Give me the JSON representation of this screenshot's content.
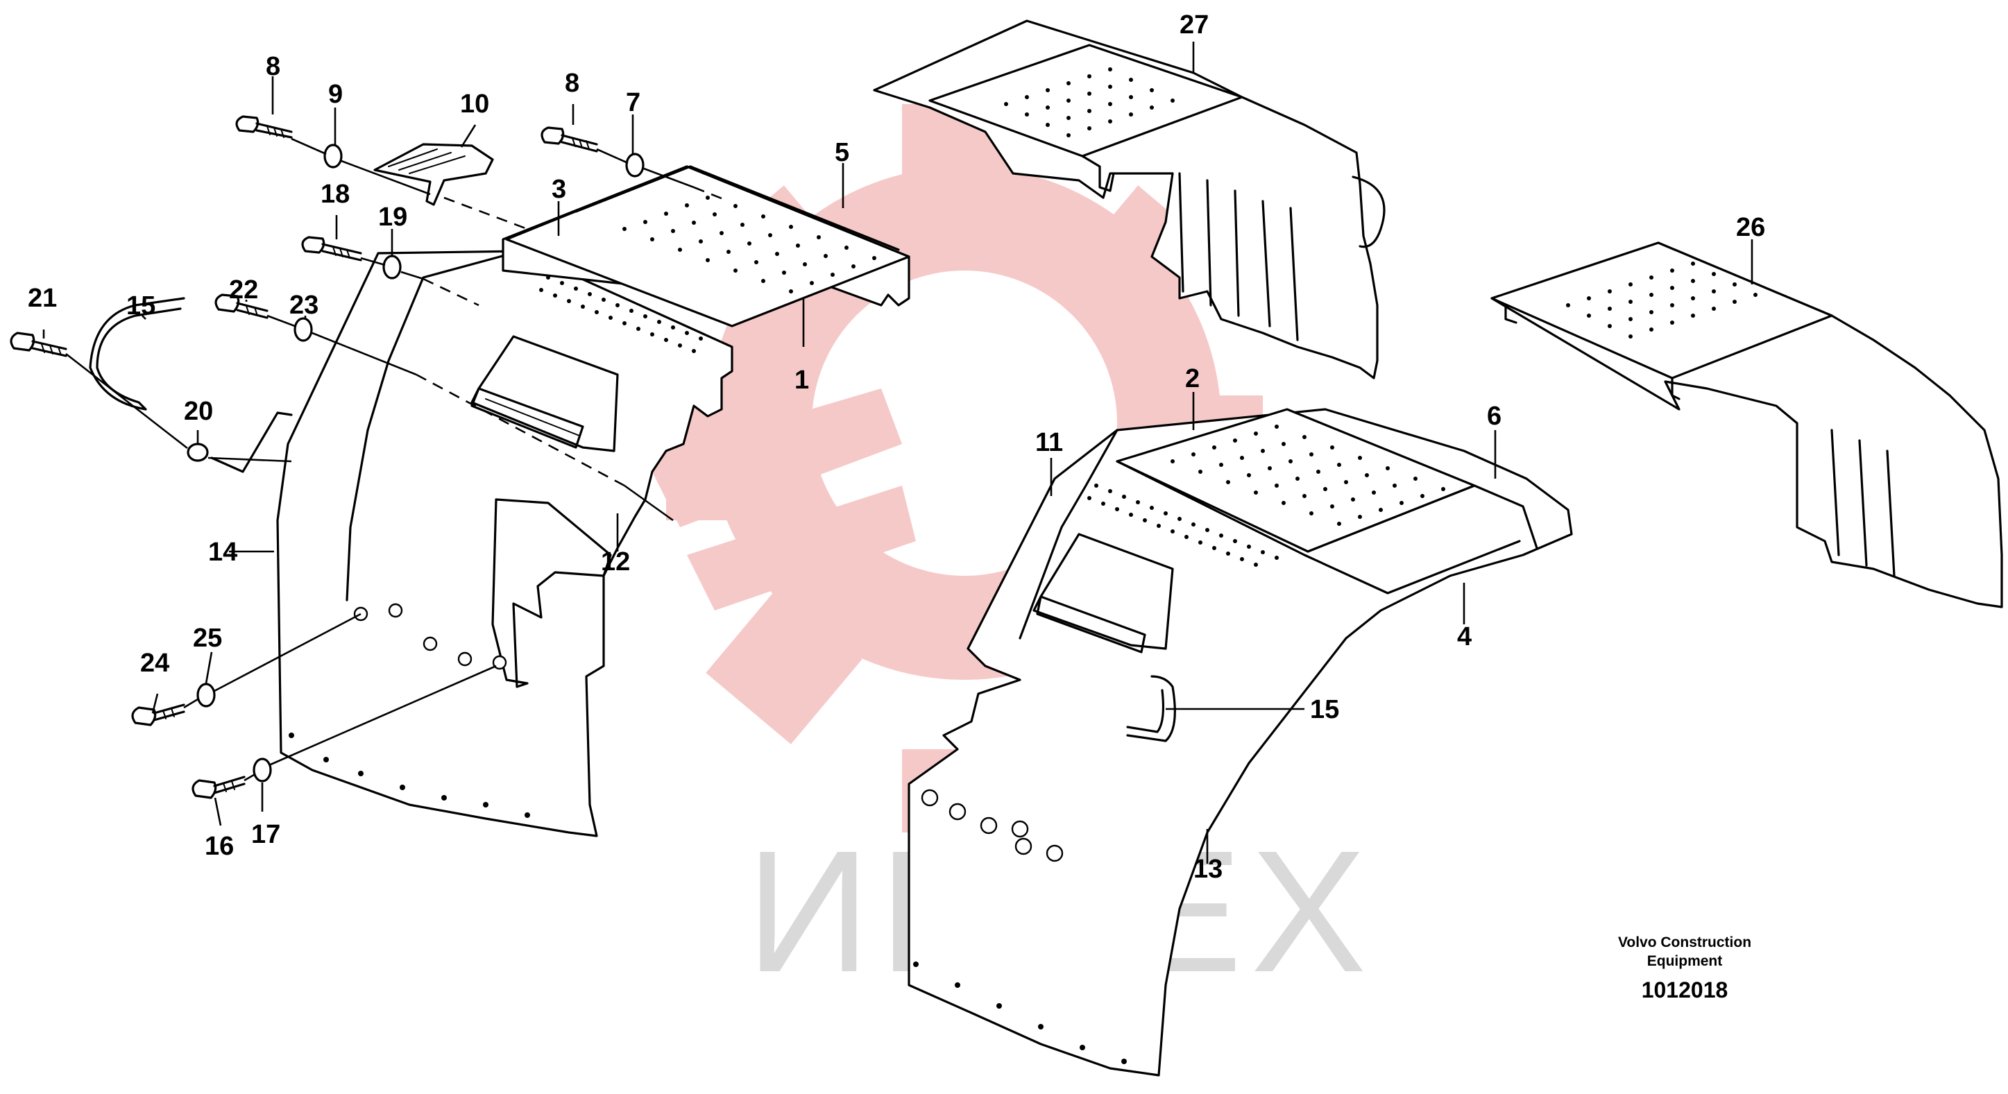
{
  "watermark": {
    "text": "ИНТЕХ",
    "logo_color": "#f6c9c9",
    "text_color": "#d9d9d9"
  },
  "caption": {
    "line1": "Volvo Construction",
    "line2": "Equipment",
    "doc_number": "1012018"
  },
  "callouts": [
    {
      "id": "c8a",
      "text": "8"
    },
    {
      "id": "c9",
      "text": "9"
    },
    {
      "id": "c10",
      "text": "10"
    },
    {
      "id": "c8b",
      "text": "8"
    },
    {
      "id": "c7",
      "text": "7"
    },
    {
      "id": "c5",
      "text": "5"
    },
    {
      "id": "c3",
      "text": "3"
    },
    {
      "id": "c18",
      "text": "18"
    },
    {
      "id": "c19",
      "text": "19"
    },
    {
      "id": "c15a",
      "text": "15"
    },
    {
      "id": "c21",
      "text": "21"
    },
    {
      "id": "c22",
      "text": "22"
    },
    {
      "id": "c23",
      "text": "23"
    },
    {
      "id": "c20",
      "text": "20"
    },
    {
      "id": "c1",
      "text": "1"
    },
    {
      "id": "c14",
      "text": "14"
    },
    {
      "id": "c12",
      "text": "12"
    },
    {
      "id": "c25",
      "text": "25"
    },
    {
      "id": "c24",
      "text": "24"
    },
    {
      "id": "c16",
      "text": "16"
    },
    {
      "id": "c17",
      "text": "17"
    },
    {
      "id": "c27",
      "text": "27"
    },
    {
      "id": "c26",
      "text": "26"
    },
    {
      "id": "c2",
      "text": "2"
    },
    {
      "id": "c6",
      "text": "6"
    },
    {
      "id": "c11",
      "text": "11"
    },
    {
      "id": "c4",
      "text": "4"
    },
    {
      "id": "c15b",
      "text": "15"
    },
    {
      "id": "c13",
      "text": "13"
    }
  ]
}
